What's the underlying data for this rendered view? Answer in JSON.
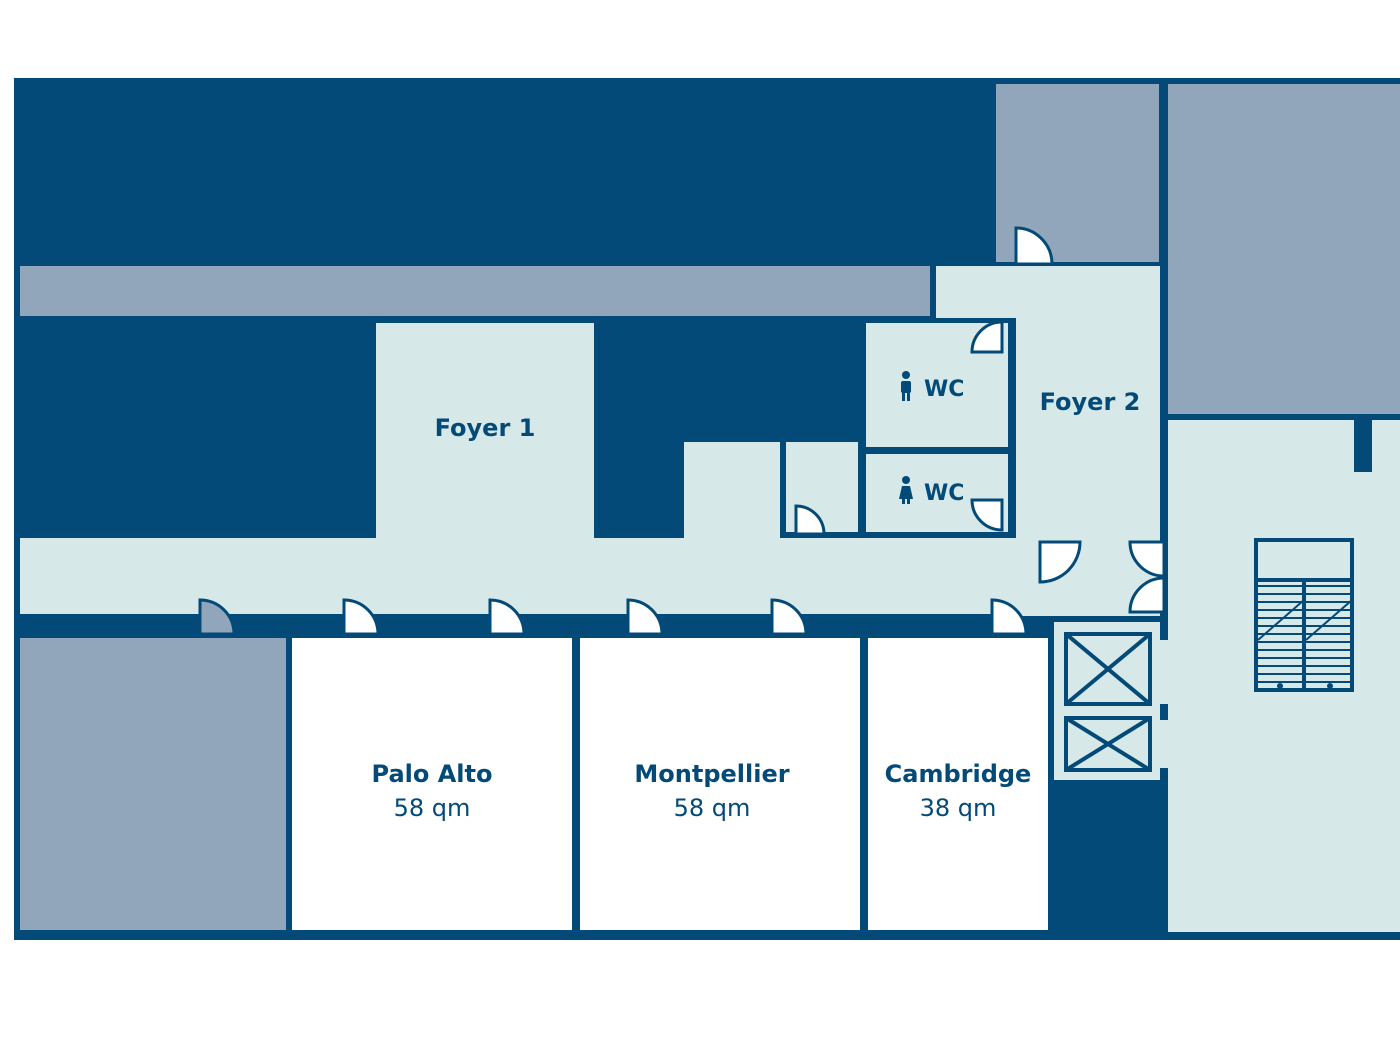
{
  "colors": {
    "wall": "#034a78",
    "corridor": "#d6e8e8",
    "unavailable": "#91a5bb",
    "room": "#ffffff",
    "background": "#ffffff"
  },
  "rooms": [
    {
      "id": "palo-alto",
      "name": "Palo Alto",
      "area": "58 qm"
    },
    {
      "id": "montpellier",
      "name": "Montpellier",
      "area": "58 qm"
    },
    {
      "id": "cambridge",
      "name": "Cambridge",
      "area": "38 qm"
    }
  ],
  "foyers": [
    {
      "id": "foyer-1",
      "name": "Foyer 1"
    },
    {
      "id": "foyer-2",
      "name": "Foyer 2"
    }
  ],
  "restrooms": [
    {
      "id": "wc-men",
      "label": "WC",
      "icon": "man-icon"
    },
    {
      "id": "wc-women",
      "label": "WC",
      "icon": "woman-icon"
    }
  ],
  "symbols": {
    "elevator": "elevator-icon",
    "stairs": "stairs-icon",
    "door": "door-swing-icon"
  }
}
